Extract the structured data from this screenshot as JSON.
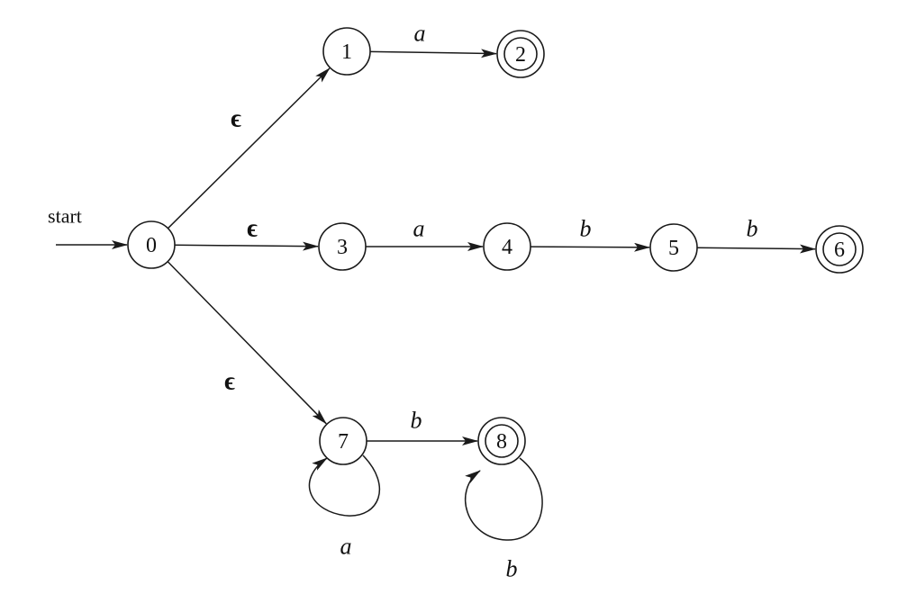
{
  "diagram": {
    "start_label": "start",
    "start_state": "0",
    "states": [
      {
        "id": "0",
        "label": "0",
        "accepting": false
      },
      {
        "id": "1",
        "label": "1",
        "accepting": false
      },
      {
        "id": "2",
        "label": "2",
        "accepting": true
      },
      {
        "id": "3",
        "label": "3",
        "accepting": false
      },
      {
        "id": "4",
        "label": "4",
        "accepting": false
      },
      {
        "id": "5",
        "label": "5",
        "accepting": false
      },
      {
        "id": "6",
        "label": "6",
        "accepting": true
      },
      {
        "id": "7",
        "label": "7",
        "accepting": false
      },
      {
        "id": "8",
        "label": "8",
        "accepting": true
      }
    ],
    "transitions": [
      {
        "from": "0",
        "to": "1",
        "label": "ϵ"
      },
      {
        "from": "0",
        "to": "3",
        "label": "ϵ"
      },
      {
        "from": "0",
        "to": "7",
        "label": "ϵ"
      },
      {
        "from": "1",
        "to": "2",
        "label": "a"
      },
      {
        "from": "3",
        "to": "4",
        "label": "a"
      },
      {
        "from": "4",
        "to": "5",
        "label": "b"
      },
      {
        "from": "5",
        "to": "6",
        "label": "b"
      },
      {
        "from": "7",
        "to": "7",
        "label": "a"
      },
      {
        "from": "7",
        "to": "8",
        "label": "b"
      },
      {
        "from": "8",
        "to": "8",
        "label": "b"
      }
    ]
  }
}
